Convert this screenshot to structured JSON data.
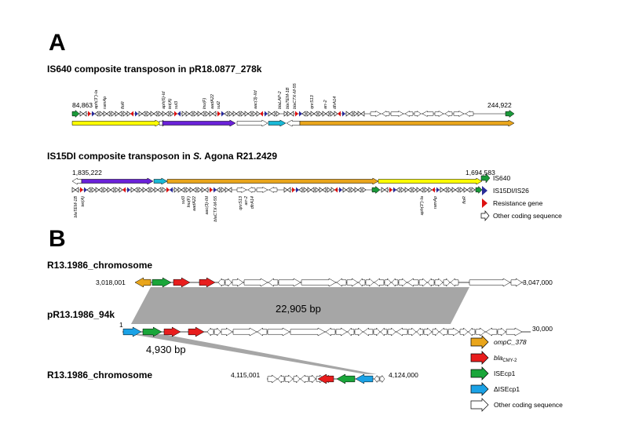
{
  "colors": {
    "IS640": "#1a9a3a",
    "IS15DI": "#2a2c9a",
    "resistance": "#dd1111",
    "yellow": "#ffff00",
    "purple": "#6a21d8",
    "cyan": "#19b8d6",
    "orange": "#e9a51b",
    "blue": "#1ba2e6",
    "green": "#1aa63a",
    "red": "#e81d1d",
    "grey": "#a6a6a6"
  },
  "panelA": {
    "letter": "A",
    "track1": {
      "title": "IS640 composite transposon in pR18.0877_278k",
      "start": "84,863",
      "end": "244,922",
      "genes": [
        "aph(3'')-Ia",
        "ramAp",
        "floR",
        "aph(6)-Id",
        "tet(A)",
        "sul3",
        "lnu(F)",
        "aadA22",
        "sul2",
        "aac(3)-IId",
        "blaLAP-2",
        "blaTEM-1B",
        "blaCTX-M-55",
        "qnrS13",
        "arr-2",
        "dfrA14"
      ]
    },
    "track2": {
      "title_pre": "IS15DI composite transposon in ",
      "title_ital": "S.",
      "title_post": " Agona R21.2429",
      "start": "1,835,222",
      "end": "1,694,583",
      "genes": [
        "blaTEM-1B",
        "tet(A)",
        "sul3",
        "lnu(F)",
        "aadA22",
        "aac(3)-IId",
        "blaCTX-M-55",
        "qnrS13",
        "arr-2",
        "dfrA14",
        "aph(3'')-Ia",
        "ramAp",
        "floR"
      ]
    },
    "legend": [
      "IS640",
      "IS15DI/IS26",
      "Resistance gene",
      "Other coding sequence"
    ]
  },
  "panelB": {
    "letter": "B",
    "track1": {
      "title": "R13.1986_chromosome",
      "start": "3,018,001",
      "end": "3,047,000"
    },
    "track2": {
      "title": "pR13.1986_94k",
      "start": "1",
      "end": "30,000"
    },
    "track3": {
      "title": "R13.1986_chromosome",
      "start": "4,115,001",
      "end": "4,124,000"
    },
    "homology1": "22,905 bp",
    "homology2": "4,930 bp",
    "legend": [
      {
        "key": "orange",
        "text": "ompC_378",
        "italic": true
      },
      {
        "key": "red",
        "text": "bla",
        "sub": "CMY-2",
        "italic": true
      },
      {
        "key": "green",
        "text": "ISEcp1",
        "italic": false
      },
      {
        "key": "blue",
        "text": "ΔISEcp1",
        "italic": false
      },
      {
        "key": "white",
        "text": "Other coding sequence",
        "italic": false
      }
    ]
  }
}
